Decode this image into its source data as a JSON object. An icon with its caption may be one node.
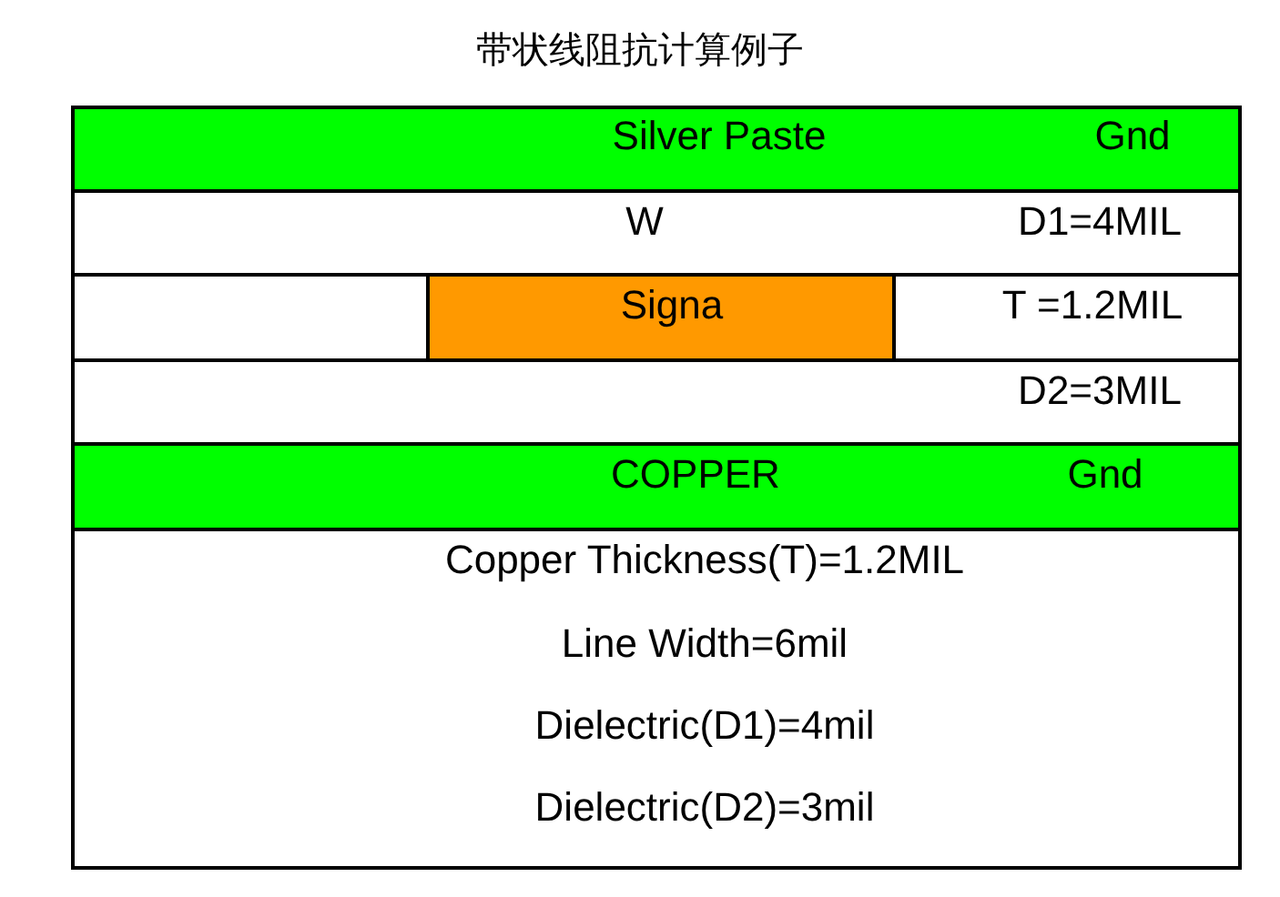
{
  "diagram": {
    "title": "带状线阻抗计算例子",
    "nodes": [
      {
        "text": [
          "Silver Paste",
          "Gnd"
        ]
      },
      {
        "text": [
          "W",
          "D1=4MIL"
        ]
      },
      {
        "text": [
          "T =1.2MIL"
        ]
      },
      {
        "text": [
          "Signa"
        ],
        "in": 2
      },
      {
        "text": [
          "D2=3MIL"
        ]
      },
      {
        "text": [
          "COPPER",
          "Gnd"
        ]
      },
      {
        "text": [
          "Copper Thickness(T)=1.2MIL",
          "Line Width=6mil",
          "Dielectric(D1)=4mil",
          "Dielectric(D2)=3mil"
        ]
      }
    ]
  }
}
